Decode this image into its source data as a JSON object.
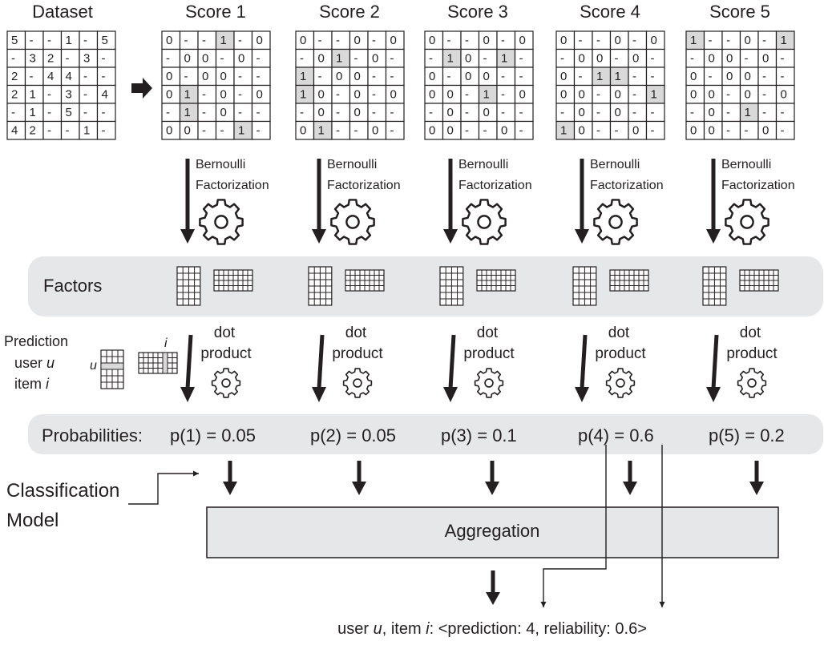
{
  "dataset": {
    "title": "Dataset",
    "matrix": [
      [
        "5",
        "-",
        "-",
        "1",
        "-",
        "5"
      ],
      [
        "-",
        "3",
        "2",
        "-",
        "3",
        "-"
      ],
      [
        "2",
        "-",
        "4",
        "4",
        "-",
        "-"
      ],
      [
        "2",
        "1",
        "-",
        "3",
        "-",
        "4"
      ],
      [
        "-",
        "1",
        "-",
        "5",
        "-",
        "-"
      ],
      [
        "4",
        "2",
        "-",
        "-",
        "1",
        "-"
      ]
    ]
  },
  "scores": [
    {
      "title": "Score 1",
      "matrix": [
        [
          "0",
          "-",
          "-",
          "1",
          "-",
          "0"
        ],
        [
          "-",
          "0",
          "0",
          "-",
          "0",
          "-"
        ],
        [
          "0",
          "-",
          "0",
          "0",
          "-",
          "-"
        ],
        [
          "0",
          "1",
          "-",
          "0",
          "-",
          "0"
        ],
        [
          "-",
          "1",
          "-",
          "0",
          "-",
          "-"
        ],
        [
          "0",
          "0",
          "-",
          "-",
          "1",
          "-"
        ]
      ],
      "prob_label": "p(1) = 0.05"
    },
    {
      "title": "Score 2",
      "matrix": [
        [
          "0",
          "-",
          "-",
          "0",
          "-",
          "0"
        ],
        [
          "-",
          "0",
          "1",
          "-",
          "0",
          "-"
        ],
        [
          "1",
          "-",
          "0",
          "0",
          "-",
          "-"
        ],
        [
          "1",
          "0",
          "-",
          "0",
          "-",
          "0"
        ],
        [
          "-",
          "0",
          "-",
          "0",
          "-",
          "-"
        ],
        [
          "0",
          "1",
          "-",
          "-",
          "0",
          "-"
        ]
      ],
      "prob_label": "p(2) = 0.05"
    },
    {
      "title": "Score 3",
      "matrix": [
        [
          "0",
          "-",
          "-",
          "0",
          "-",
          "0"
        ],
        [
          "-",
          "1",
          "0",
          "-",
          "1",
          "-"
        ],
        [
          "0",
          "-",
          "0",
          "0",
          "-",
          "-"
        ],
        [
          "0",
          "0",
          "-",
          "1",
          "-",
          "0"
        ],
        [
          "-",
          "0",
          "-",
          "0",
          "-",
          "-"
        ],
        [
          "0",
          "0",
          "-",
          "-",
          "0",
          "-"
        ]
      ],
      "prob_label": "p(3) = 0.1"
    },
    {
      "title": "Score 4",
      "matrix": [
        [
          "0",
          "-",
          "-",
          "0",
          "-",
          "0"
        ],
        [
          "-",
          "0",
          "0",
          "-",
          "0",
          "-"
        ],
        [
          "0",
          "-",
          "1",
          "1",
          "-",
          "-"
        ],
        [
          "0",
          "0",
          "-",
          "0",
          "-",
          "1"
        ],
        [
          "-",
          "0",
          "-",
          "0",
          "-",
          "-"
        ],
        [
          "1",
          "0",
          "-",
          "-",
          "0",
          "-"
        ]
      ],
      "prob_label": "p(4) = 0.6"
    },
    {
      "title": "Score 5",
      "matrix": [
        [
          "1",
          "-",
          "-",
          "0",
          "-",
          "1"
        ],
        [
          "-",
          "0",
          "0",
          "-",
          "0",
          "-"
        ],
        [
          "0",
          "-",
          "0",
          "0",
          "-",
          "-"
        ],
        [
          "0",
          "0",
          "-",
          "0",
          "-",
          "0"
        ],
        [
          "-",
          "0",
          "-",
          "1",
          "-",
          "-"
        ],
        [
          "0",
          "0",
          "-",
          "-",
          "0",
          "-"
        ]
      ],
      "prob_label": "p(5) = 0.2"
    }
  ],
  "factorization_label": [
    "Bernoulli",
    "Factorization"
  ],
  "factors_label": "Factors",
  "dot_product_label": [
    "dot",
    "product"
  ],
  "prediction_note": {
    "line1": "Prediction",
    "line2": "user",
    "line3": "item",
    "u": "u",
    "i": "i"
  },
  "probabilities_label": "Probabilities:",
  "classification_label": [
    "Classification",
    "Model"
  ],
  "aggregation_label": "Aggregation",
  "output": {
    "prefix": "user ",
    "u": "u",
    "mid": ", item ",
    "i": "i",
    "suffix": ": <prediction: 4, reliability: 0.6>"
  },
  "colors": {
    "band_fill": "#e6e7e8",
    "highlight_cell": "#d9d9d9",
    "aggregation_fill": "#e6e7e8",
    "ink": "#231f20"
  }
}
